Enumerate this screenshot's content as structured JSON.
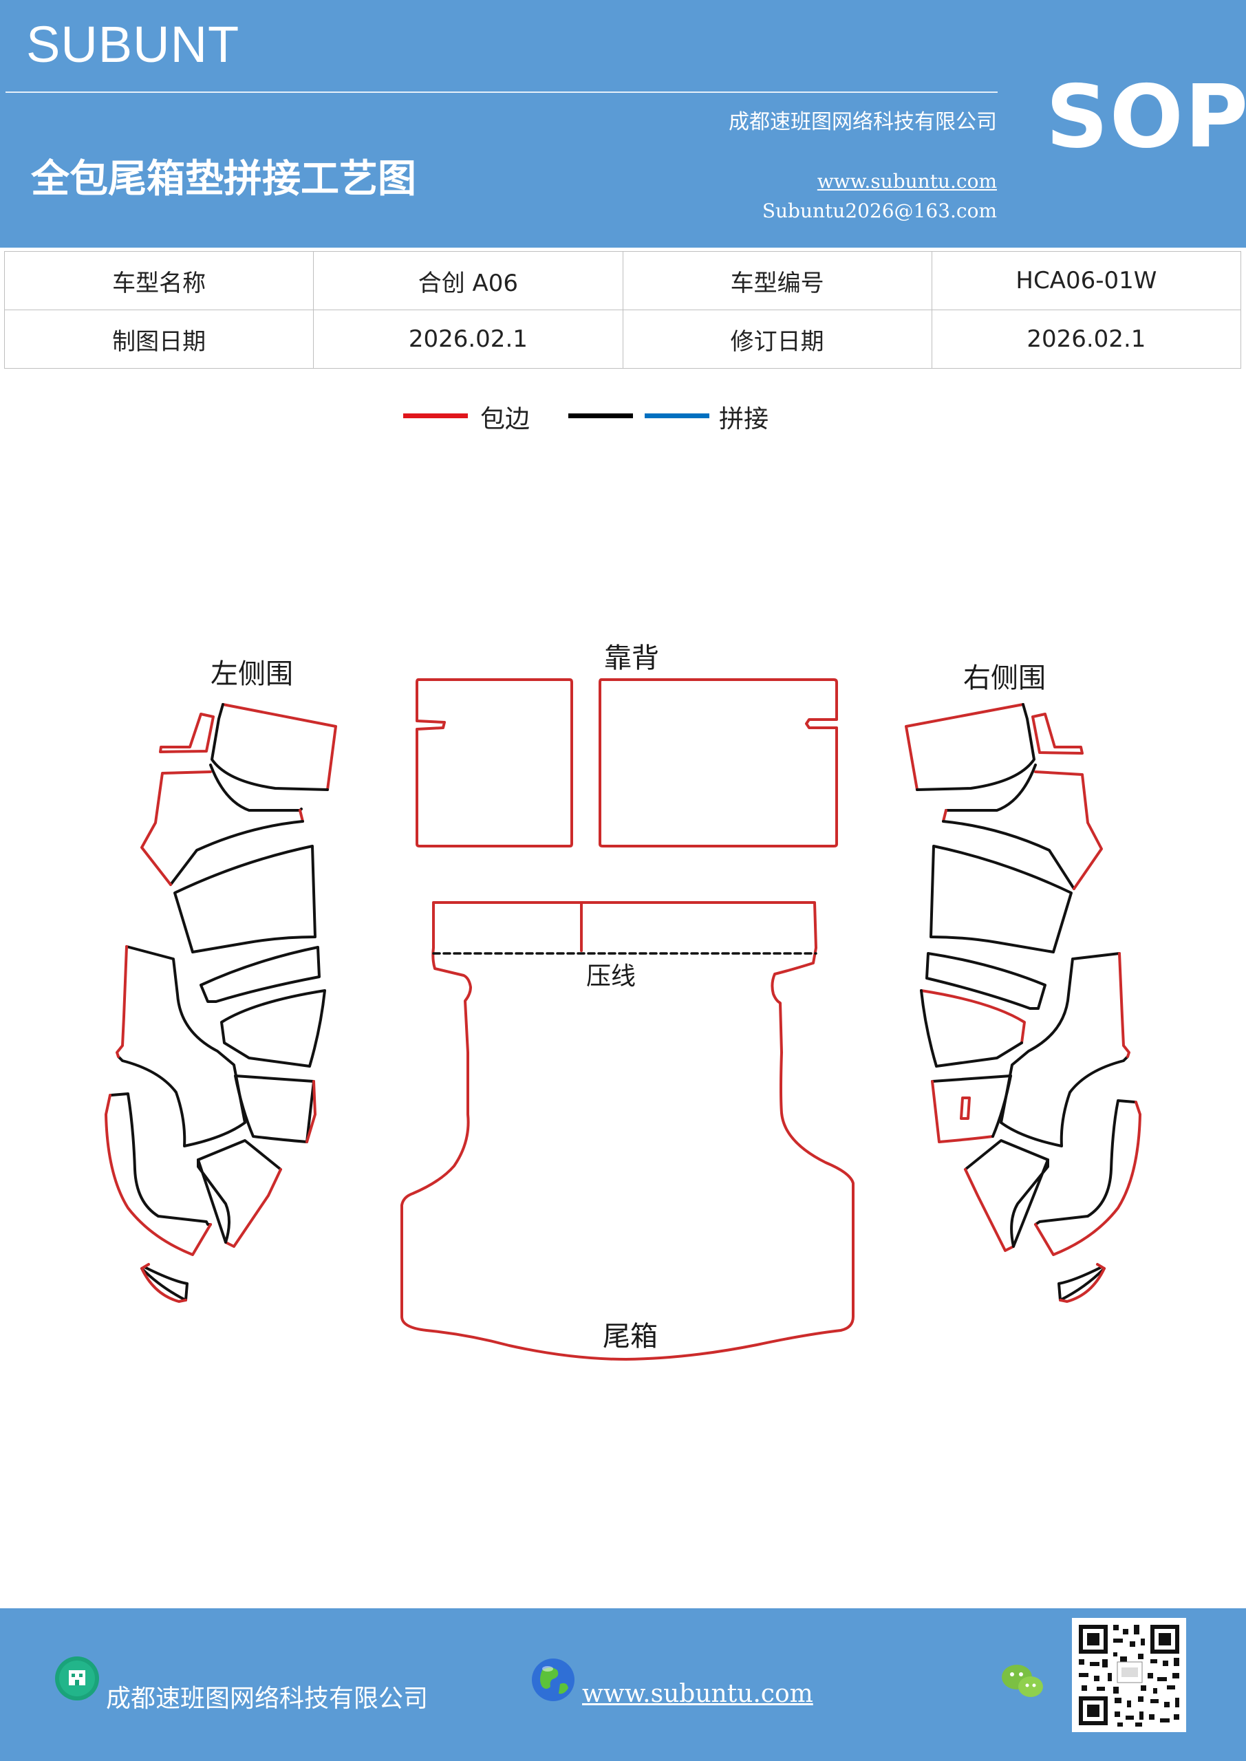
{
  "header": {
    "brand": "SUBUNT",
    "badge": "SOP",
    "company": "成都速班图网络科技有限公司",
    "title": "全包尾箱垫拼接工艺图",
    "website": "www.subuntu.com",
    "email": "Subuntu2026@163.com"
  },
  "info_table": {
    "rows": [
      [
        "车型名称",
        "合创 A06",
        "车型编号",
        "HCA06-01W"
      ],
      [
        "制图日期",
        "2026.02.1",
        "修订日期",
        "2026.02.1"
      ]
    ]
  },
  "legend": {
    "items": [
      {
        "label": "包边",
        "colors": [
          "#e0161c"
        ]
      },
      {
        "label": "拼接",
        "colors": [
          "#000000",
          "#0070c0"
        ]
      }
    ]
  },
  "diagram": {
    "labels": {
      "left_side": "左侧围",
      "backrest": "靠背",
      "right_side": "右侧围",
      "press_line": "压线",
      "trunk": "尾箱"
    },
    "colors": {
      "edge": "#cc2b2b",
      "seam": "#111111"
    }
  },
  "footer": {
    "company": "成都速班图网络科技有限公司",
    "website": "www.subuntu.com",
    "icons": [
      "building-icon",
      "globe-icon",
      "wechat-icon",
      "qr-code"
    ]
  }
}
